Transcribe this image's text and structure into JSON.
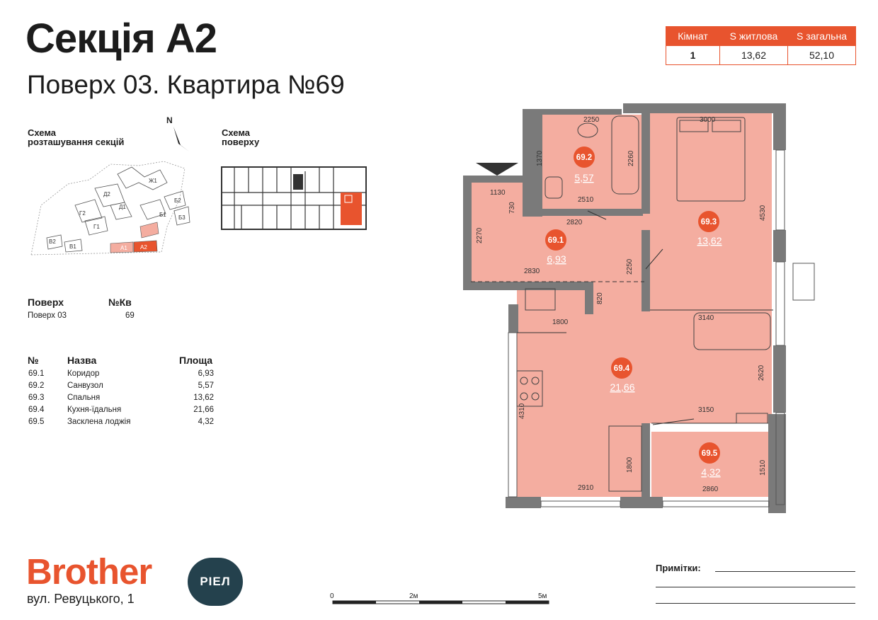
{
  "header": {
    "title": "Секція А2",
    "subtitle": "Поверх 03. Квартира №69"
  },
  "summary_table": {
    "headers": [
      "Кімнат",
      "S житлова",
      "S загальна"
    ],
    "values": [
      "1",
      "13,62",
      "52,10"
    ]
  },
  "schemes": {
    "sections_label_line1": "Схема",
    "sections_label_line2": "розташування секцій",
    "floor_label_line1": "Схема",
    "floor_label_line2": "поверху",
    "north": "N",
    "section_labels": [
      "Ж1",
      "Д2",
      "Д1",
      "Г2",
      "Г1",
      "Б2",
      "Б1",
      "Б3",
      "В2",
      "В1",
      "А1",
      "А2"
    ]
  },
  "floor_info": {
    "floor_header": "Поверх",
    "apt_header": "№Кв",
    "floor_value": "Поверх 03",
    "apt_value": "69"
  },
  "rooms_table": {
    "headers": [
      "№",
      "Назва",
      "Площа"
    ],
    "rows": [
      {
        "no": "69.1",
        "name": "Коридор",
        "area": "6,93"
      },
      {
        "no": "69.2",
        "name": "Санвузол",
        "area": "5,57"
      },
      {
        "no": "69.3",
        "name": "Спальня",
        "area": "13,62"
      },
      {
        "no": "69.4",
        "name": "Кухня-їдальня",
        "area": "21,66"
      },
      {
        "no": "69.5",
        "name": "Засклена лоджія",
        "area": "4,32"
      }
    ]
  },
  "plan": {
    "rooms": [
      {
        "id": "69.2",
        "area": "5,57"
      },
      {
        "id": "69.3",
        "area": "13,62"
      },
      {
        "id": "69.1",
        "area": "6,93"
      },
      {
        "id": "69.4",
        "area": "21,66"
      },
      {
        "id": "69.5",
        "area": "4,32"
      }
    ],
    "dims": {
      "d2250a": "2250",
      "d3000": "3000",
      "d1370": "1370",
      "d2260": "2260",
      "d2510": "2510",
      "d1130": "1130",
      "d730": "730",
      "d2820": "2820",
      "d2270": "2270",
      "d4530": "4530",
      "d2250b": "2250",
      "d2830": "2830",
      "d820": "820",
      "d1800a": "1800",
      "d3140": "3140",
      "d2620": "2620",
      "d4310": "4310",
      "d3150": "3150",
      "d1800b": "1800",
      "d1510": "1510",
      "d2910": "2910",
      "d2860": "2860"
    },
    "colors": {
      "room_fill": "#f4ada0",
      "accent": "#e8542e",
      "wall": "#7a7a7a"
    }
  },
  "footer": {
    "brand": "Brother",
    "badge": "РІЕЛ",
    "address": "вул. Ревуцького, 1",
    "notes_label": "Примітки:",
    "scale_labels": [
      "0",
      "2м",
      "5м"
    ]
  }
}
